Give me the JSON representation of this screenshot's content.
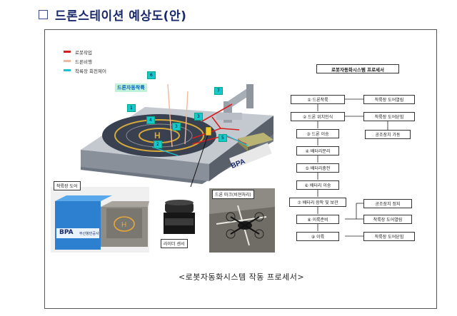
{
  "header": {
    "title": "드론스테이션 예상도(안)"
  },
  "legend": [
    {
      "label": "로봇작업",
      "color": "#d42020"
    },
    {
      "label": "드론비행",
      "color": "#f0b8a0"
    },
    {
      "label": "착륙장 회전제어",
      "color": "#1cc0d8"
    }
  ],
  "station": {
    "drone_label": "드론자동착륙",
    "markers": [
      "1",
      "2",
      "3",
      "4",
      "5",
      "6",
      "7",
      "3"
    ]
  },
  "photos": {
    "door_label": "착륙장 도어",
    "lidar_label": "라이더 센서",
    "drone_mark_label": "드론 마크(비젼처리)",
    "logo_text": "BPA",
    "logo_sub": "부산항만공사"
  },
  "flow": {
    "title": "로봇자동화시스템 프로세서",
    "steps": [
      "① 드론착륙",
      "② 드론 위치인식",
      "③ 드론 이송",
      "④ 배터리분리",
      "⑤ 배터리충전",
      "⑥ 배터리 이송",
      "⑦ 배터리 장착 및 보관",
      "⑧ 이륙준비",
      "⑨ 이륙"
    ],
    "side": [
      "착륙장 도어열림",
      "착륙장 도어닫힘",
      "공조장치 가동",
      "공조장치 정지",
      "착륙장 도어열림",
      "착륙장 도어닫힘"
    ]
  },
  "caption": "<로봇자동화시스템 작동 프로세서>"
}
